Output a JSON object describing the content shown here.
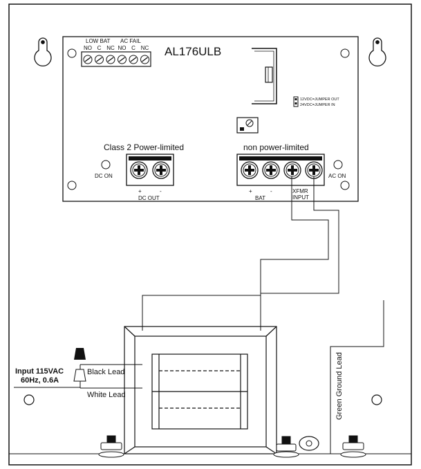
{
  "board": {
    "model": "AL176ULB",
    "relay_header_low_bat": "LOW BAT",
    "relay_header_ac_fail": "AC FAIL",
    "relay_terminals": [
      "NO",
      "C",
      "NC",
      "NO",
      "C",
      "NC"
    ],
    "jumper_12v": "12VDC=JUMPER OUT",
    "jumper_24v": "24VDC=JUMPER IN",
    "class2_label": "Class 2 Power-limited",
    "non_power_label": "non power-limited",
    "dc_on": "DC ON",
    "ac_on": "AC ON",
    "dc_out": "DC OUT",
    "dc_plus": "+",
    "dc_minus": "-",
    "bat": "BAT",
    "bat_plus": "+",
    "bat_minus": "-",
    "xfmr": "XFMR",
    "input": "INPUT"
  },
  "wiring": {
    "input_line1": "Input 115VAC",
    "input_line2": "60Hz, 0.6A",
    "black_lead": "Black Lead",
    "white_lead": "White Lead",
    "green_ground_lead": "Green Ground Lead"
  },
  "colors": {
    "line": "#111111",
    "paper": "#ffffff",
    "terminal_fill": "#e6e6e6"
  }
}
